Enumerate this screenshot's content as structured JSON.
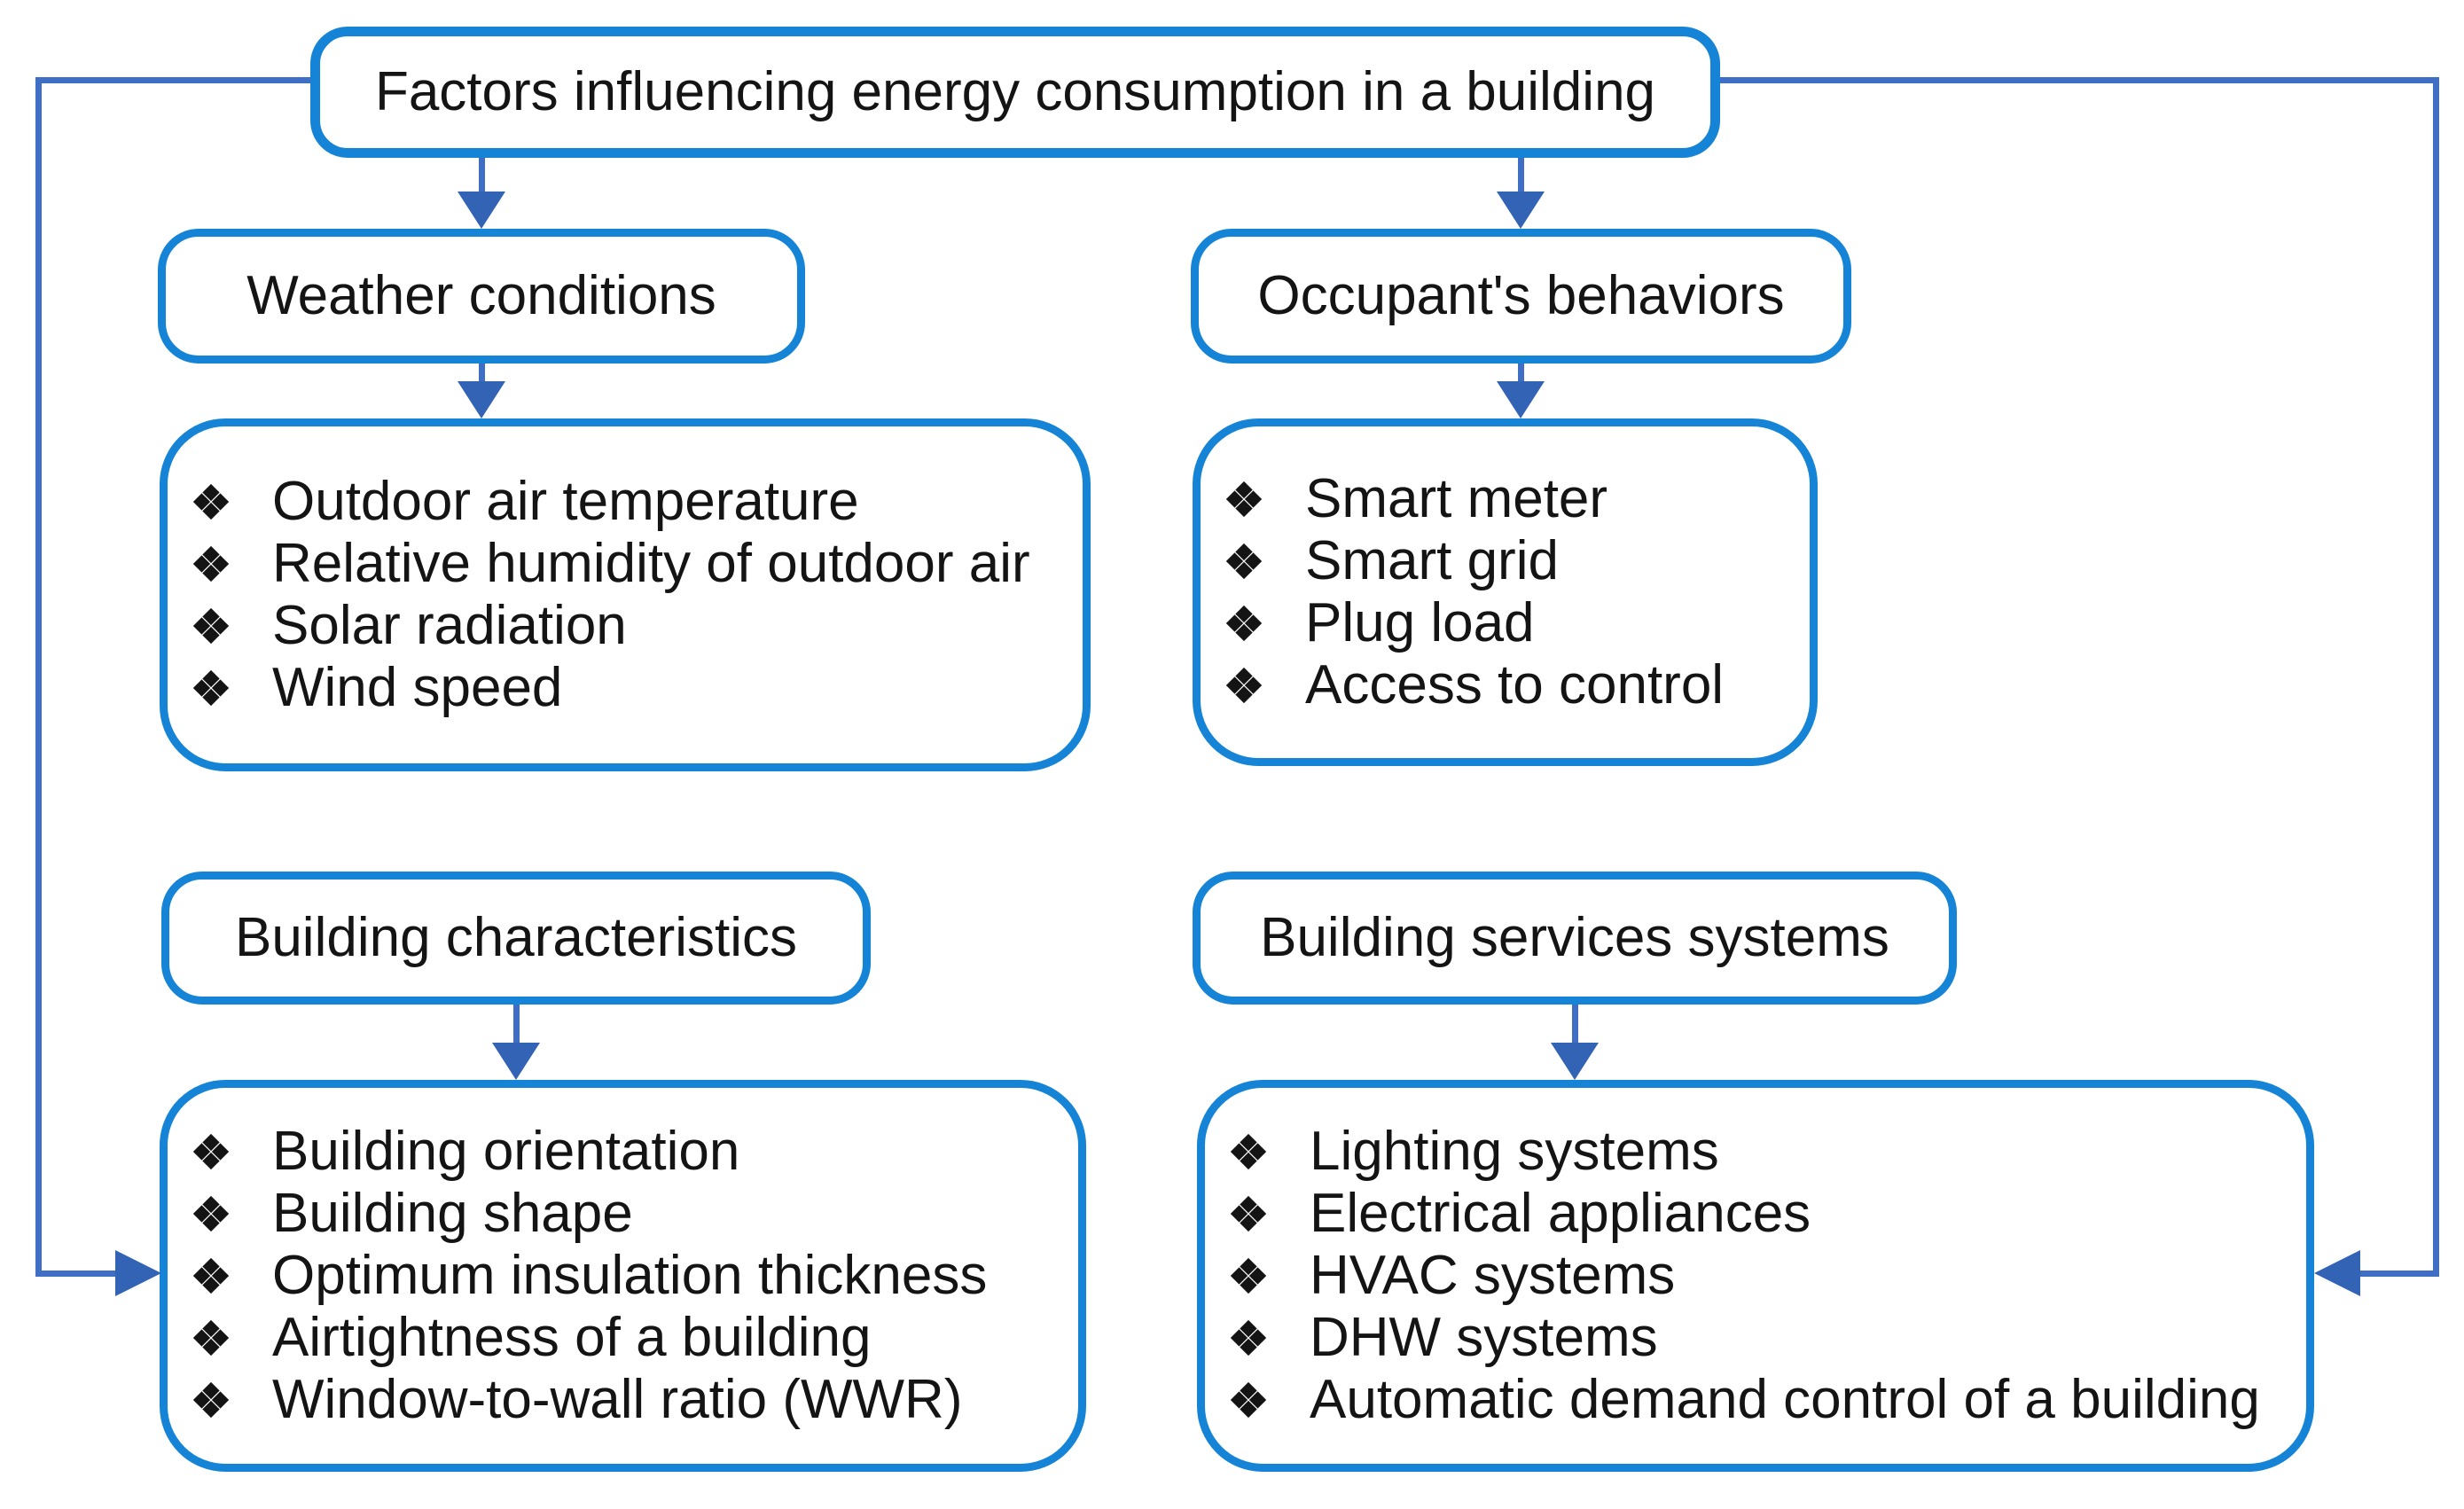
{
  "root": {
    "label": "Factors influencing energy consumption in a building"
  },
  "categories": [
    {
      "id": "weather-conditions",
      "label": "Weather conditions",
      "items": [
        "Outdoor air temperature",
        "Relative humidity of outdoor air",
        "Solar radiation",
        "Wind speed"
      ]
    },
    {
      "id": "occupants-behaviors",
      "label": "Occupant's behaviors",
      "items": [
        "Smart meter",
        "Smart grid",
        "Plug load",
        "Access to control"
      ]
    },
    {
      "id": "building-characteristics",
      "label": "Building characteristics",
      "items": [
        "Building orientation",
        "Building shape",
        "Optimum insulation thickness",
        "Airtightness of a building",
        "Window-to-wall ratio (WWR)"
      ]
    },
    {
      "id": "building-services-systems",
      "label": "Building services systems",
      "items": [
        "Lighting systems",
        "Electrical appliances",
        "HVAC systems",
        "DHW systems",
        "Automatic demand control of a building"
      ]
    }
  ],
  "icons": {
    "bullet": "four-diamond-bullet"
  },
  "colors": {
    "box_border": "#1583d6",
    "connector": "#3f6fc4",
    "arrowhead": "#3263b5",
    "text": "#141414",
    "background": "#ffffff"
  }
}
